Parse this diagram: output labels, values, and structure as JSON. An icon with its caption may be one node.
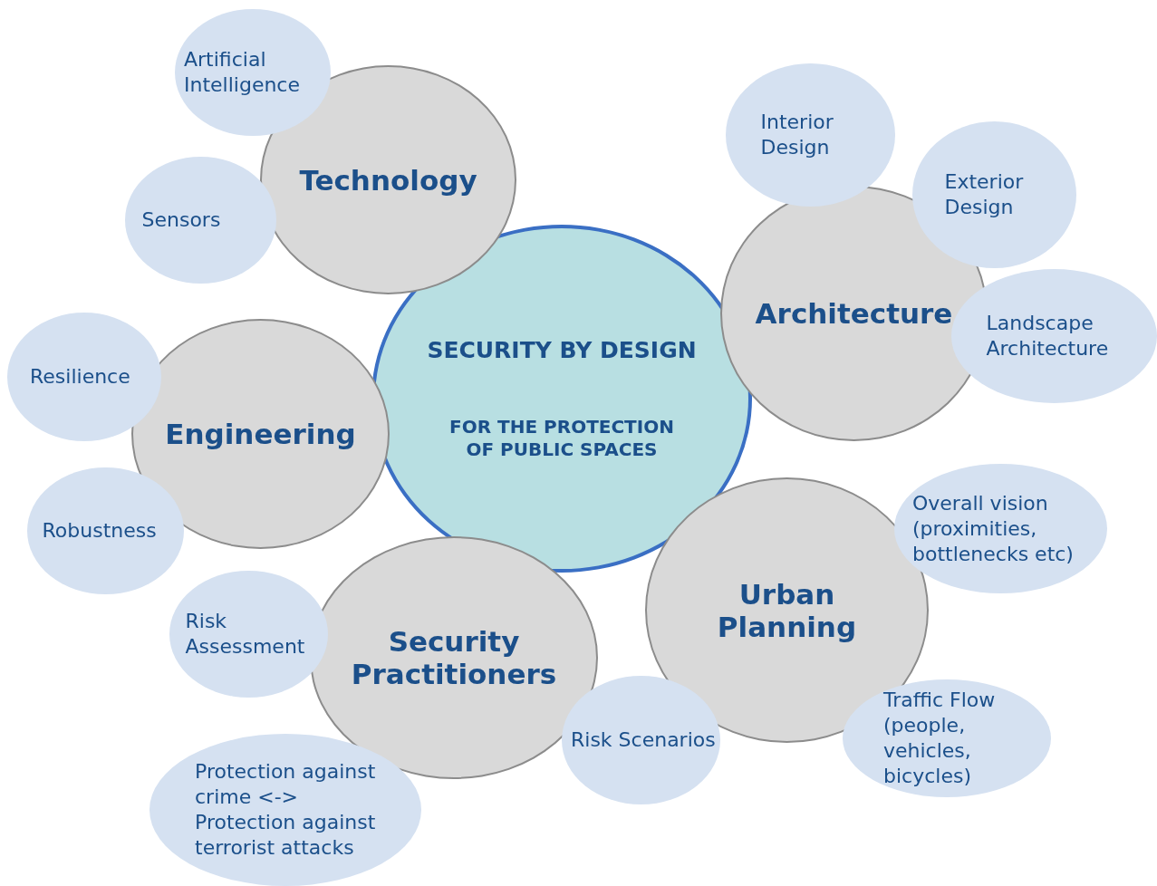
{
  "diagram": {
    "nodes": [
      {
        "text": [
          "SECURITY BY DESIGN",
          "FOR THE PROTECTION OF PUBLIC SPACES"
        ]
      },
      {
        "text": [
          "Technology"
        ]
      },
      {
        "text": [
          "Artificial Intelligence"
        ]
      },
      {
        "text": [
          "Sensors"
        ]
      },
      {
        "text": [
          "Architecture"
        ]
      },
      {
        "text": [
          "Interior Design"
        ]
      },
      {
        "text": [
          "Exterior Design"
        ]
      },
      {
        "text": [
          "Landscape Architecture"
        ]
      },
      {
        "text": [
          "Engineering"
        ]
      },
      {
        "text": [
          "Resilience"
        ]
      },
      {
        "text": [
          "Robustness"
        ]
      },
      {
        "text": [
          "Urban Planning"
        ]
      },
      {
        "text": [
          "Overall vision (proximities, bottlenecks etc)"
        ]
      },
      {
        "text": [
          "Traffic Flow (people, vehicles, bicycles)"
        ]
      },
      {
        "text": [
          "Security Practitioners"
        ]
      },
      {
        "text": [
          "Risk Assessment"
        ]
      },
      {
        "text": [
          "Risk Scenarios"
        ]
      },
      {
        "text": [
          "Protection against crime <-> Protection against terrorist attacks"
        ]
      }
    ]
  }
}
